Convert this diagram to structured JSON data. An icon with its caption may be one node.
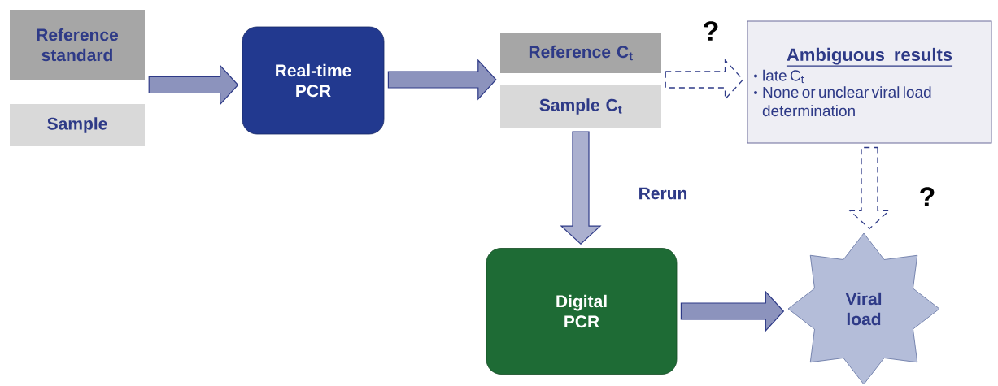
{
  "diagram": {
    "nodes": [
      {
        "text": [
          "Reference standard"
        ]
      },
      {
        "text": [
          "Sample"
        ]
      },
      {
        "text": [
          "Real-time PCR"
        ]
      },
      {
        "text": [
          "Reference C$_{t}$"
        ]
      },
      {
        "text": [
          "Sample C$_{t}$"
        ]
      },
      {
        "text": [
          "Ambiguous results",
          "late C$_{t}$",
          "None or unclear viral load determination"
        ]
      },
      {
        "text": [
          "Digital PCR"
        ]
      },
      {
        "text": [
          "Viral load"
        ]
      }
    ],
    "edges": [
      {
        "from": 0,
        "to": 2,
        "arrow": "to"
      },
      {
        "from": 1,
        "to": 2,
        "arrow": "to"
      },
      {
        "from": 2,
        "to": 3,
        "arrow": "to"
      },
      {
        "from": 2,
        "to": 4,
        "arrow": "to"
      },
      {
        "from": 3,
        "to": 5,
        "arrow": "to",
        "style": "dashed",
        "label": "?"
      },
      {
        "from": 4,
        "to": 5,
        "arrow": "to",
        "style": "dashed"
      },
      {
        "from": 4,
        "to": 6,
        "arrow": "to",
        "label": "Rerun"
      },
      {
        "from": 5,
        "to": 7,
        "arrow": "to",
        "style": "dashed",
        "label": "?"
      },
      {
        "from": 6,
        "to": 7,
        "arrow": "to"
      }
    ]
  }
}
